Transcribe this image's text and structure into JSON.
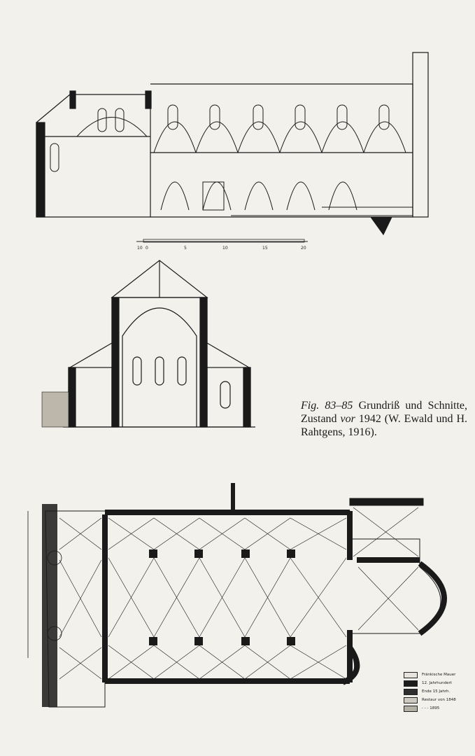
{
  "figure": {
    "caption_fig": "Fig. 83–85",
    "caption_text1": "Grundriß und Schnitte, Zustand",
    "caption_vor": "vor",
    "caption_text2": "1942 (W. Ewald und H. Rahtgens, 1916)."
  },
  "scale_bar": {
    "ticks": [
      "10",
      "0",
      "5",
      "10",
      "15",
      "20"
    ]
  },
  "legend": {
    "items": [
      {
        "label": "Fränkische Mauer",
        "color": "#e6e3dc"
      },
      {
        "label": "12. Jahrhundert",
        "color": "#1c1c1c"
      },
      {
        "label": "Ende 15 Jahrh.",
        "color": "#2e2e2e"
      },
      {
        "label": "Restaur von 1848",
        "color": "#cfcac0"
      },
      {
        "label": "- - - 1895",
        "color": "#b5b0a6"
      }
    ]
  }
}
